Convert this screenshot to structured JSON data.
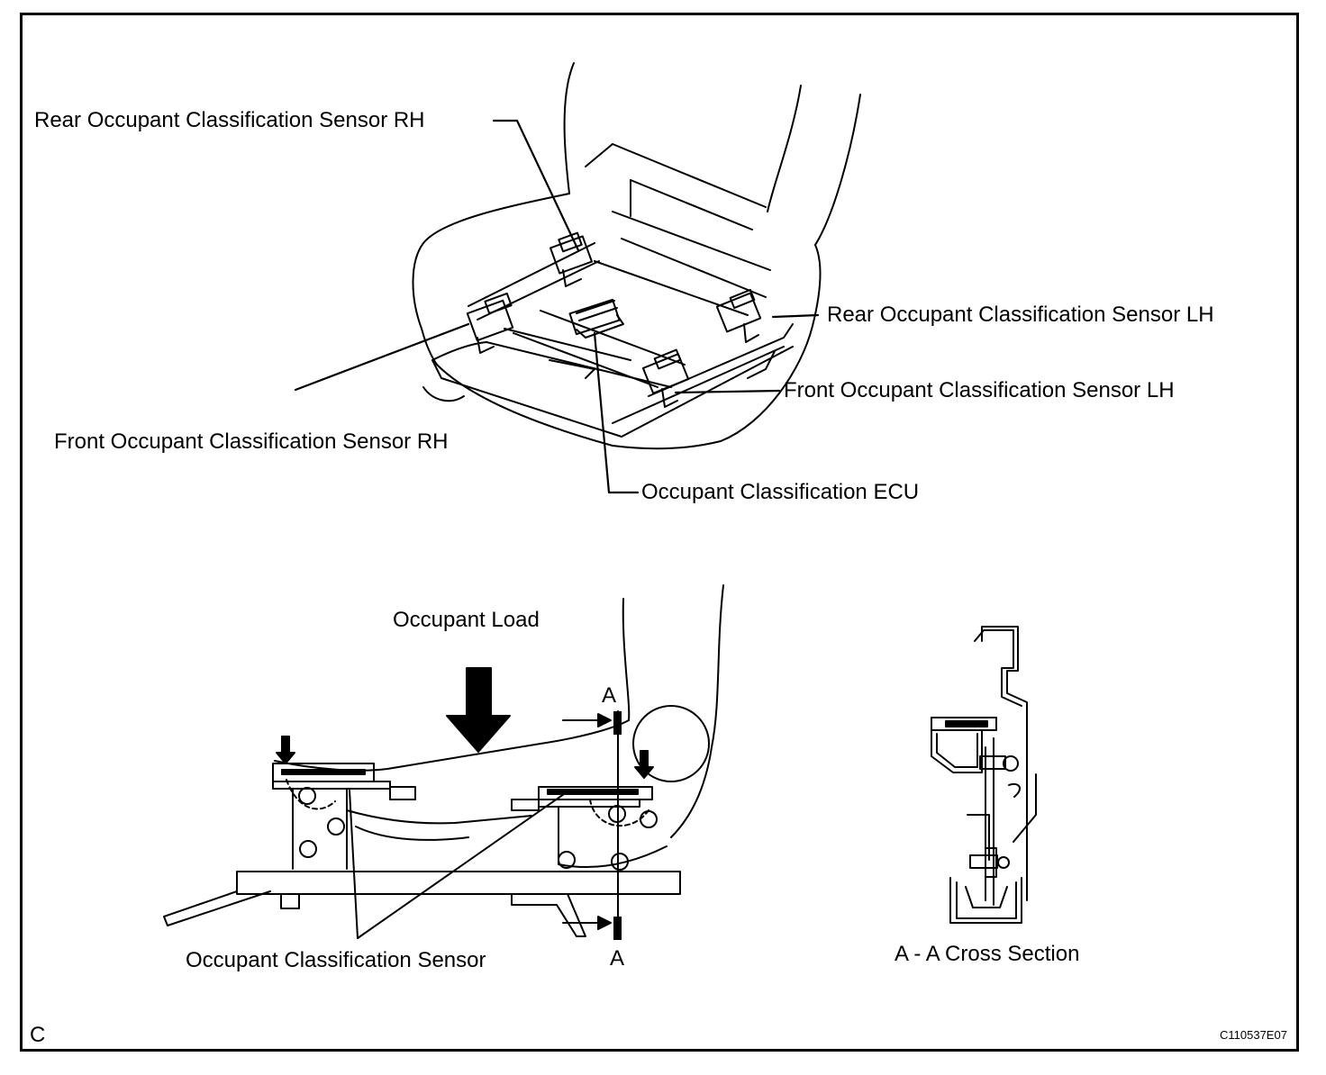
{
  "labels": {
    "rear_rh": "Rear Occupant Classification Sensor RH",
    "rear_lh": "Rear Occupant Classification Sensor LH",
    "front_lh": "Front Occupant Classification Sensor LH",
    "front_rh": "Front Occupant Classification Sensor RH",
    "ecu": "Occupant Classification ECU",
    "occupant_load": "Occupant Load",
    "section_a_top": "A",
    "section_a_bottom": "A",
    "sensor": "Occupant Classification Sensor",
    "cross_section": "A - A Cross Section",
    "corner_letter": "C",
    "figure_code": "C110537E07"
  },
  "colors": {
    "ink": "#000000",
    "paper": "#ffffff"
  }
}
